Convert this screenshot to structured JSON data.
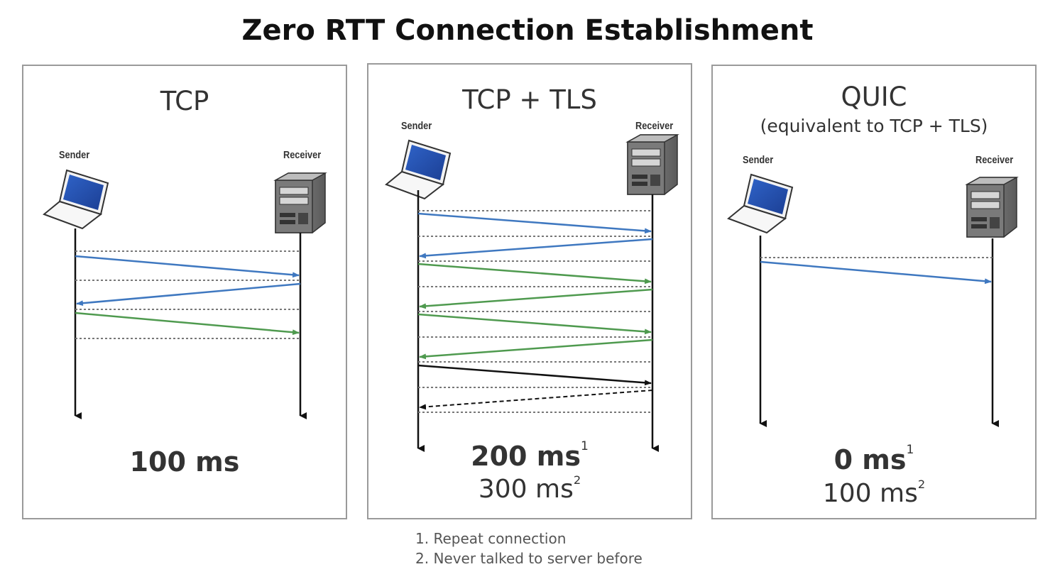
{
  "title": "Zero RTT Connection Establishment",
  "panels": [
    {
      "title": "TCP",
      "subtitle": "",
      "sender": "Sender",
      "receiver": "Receiver",
      "latency_main": "100 ms",
      "latency_main_note": "",
      "latency_sub": "",
      "latency_sub_note": ""
    },
    {
      "title": "TCP + TLS",
      "subtitle": "",
      "sender": "Sender",
      "receiver": "Receiver",
      "latency_main": "200 ms",
      "latency_main_note": "1",
      "latency_sub": "300 ms",
      "latency_sub_note": "2"
    },
    {
      "title": "QUIC",
      "subtitle": "(equivalent to TCP + TLS)",
      "sender": "Sender",
      "receiver": "Receiver",
      "latency_main": "0 ms",
      "latency_main_note": "1",
      "latency_sub": "100 ms",
      "latency_sub_note": "2"
    }
  ],
  "footnotes": [
    "1. Repeat connection",
    "2. Never talked to server before"
  ],
  "colors": {
    "handshake": "#3f78c0",
    "tls": "#4f9a4f",
    "data": "#111111",
    "dashed": "#888888"
  },
  "icons": {
    "sender": "laptop-icon",
    "receiver": "server-icon"
  }
}
